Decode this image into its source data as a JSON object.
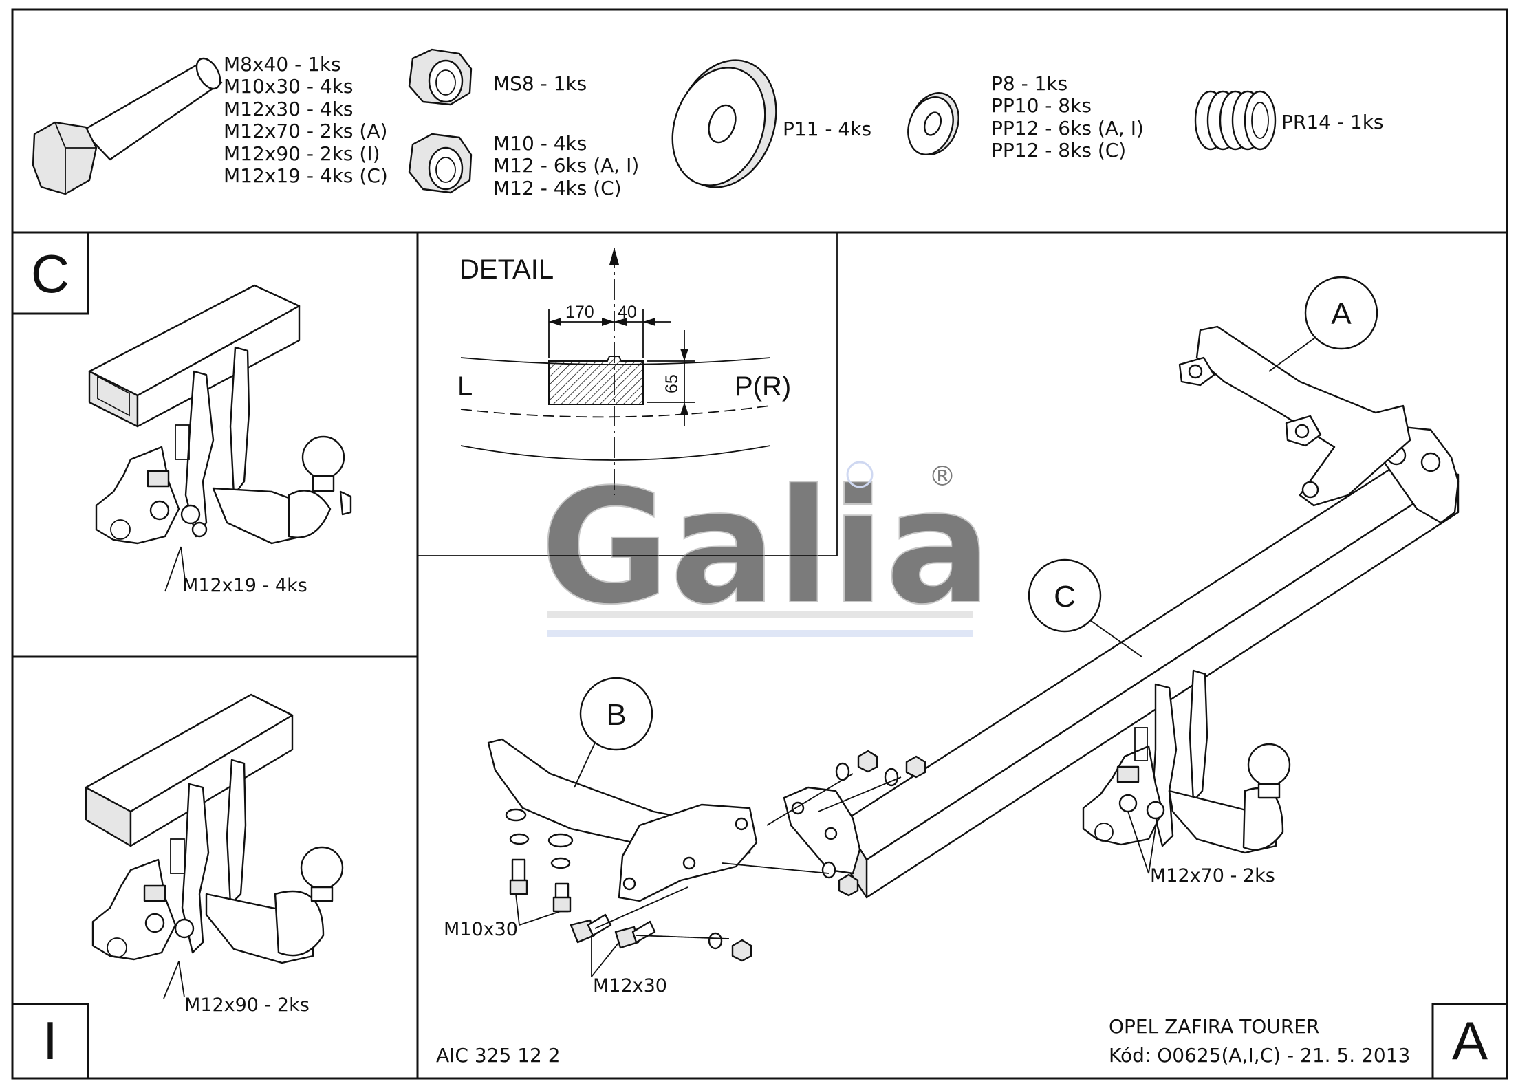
{
  "parts_list": {
    "bolts": [
      "M8x40 - 1ks",
      "M10x30 - 4ks",
      "M12x30 - 4ks",
      "M12x70 - 2ks (A)",
      "M12x90 - 2ks (I)",
      "M12x19 - 4ks (C)"
    ],
    "nut_ms": [
      "MS8 - 1ks"
    ],
    "nuts": [
      "M10 - 4ks",
      "M12 - 6ks (A, I)",
      "M12 - 4ks (C)"
    ],
    "big_washer": [
      "P11 - 4ks"
    ],
    "washers": [
      "P8 - 1ks",
      "PP10 - 8ks",
      "PP12 - 6ks (A, I)",
      "PP12 - 8ks (C)"
    ],
    "spring": [
      "PR14 - 1ks"
    ]
  },
  "panels": {
    "c": {
      "letter": "C",
      "label": "M12x19 - 4ks"
    },
    "i": {
      "letter": "I",
      "label": "M12x90 - 2ks"
    },
    "a": {
      "letter": "A"
    }
  },
  "detail": {
    "title": "DETAIL",
    "left": "L",
    "right": "P(R)",
    "dim_a": "170",
    "dim_b": "40",
    "dim_c": "65"
  },
  "callouts": {
    "a": "A",
    "b": "B",
    "c": "C"
  },
  "assembly_labels": {
    "m10x30": "M10x30",
    "m12x30": "M12x30",
    "m12x70": "M12x70 - 2ks"
  },
  "footer": {
    "code": "AIC 325 12 2",
    "vehicle": "OPEL ZAFIRA TOURER",
    "kod": "Kód: O0625(A,I,C) - 21. 5. 2013"
  },
  "watermark": {
    "text": "Galia",
    "mark": "®"
  },
  "colors": {
    "line": "#111111",
    "watermark_fill": "#eeeeee",
    "watermark_blue": "#a9b9e6"
  }
}
